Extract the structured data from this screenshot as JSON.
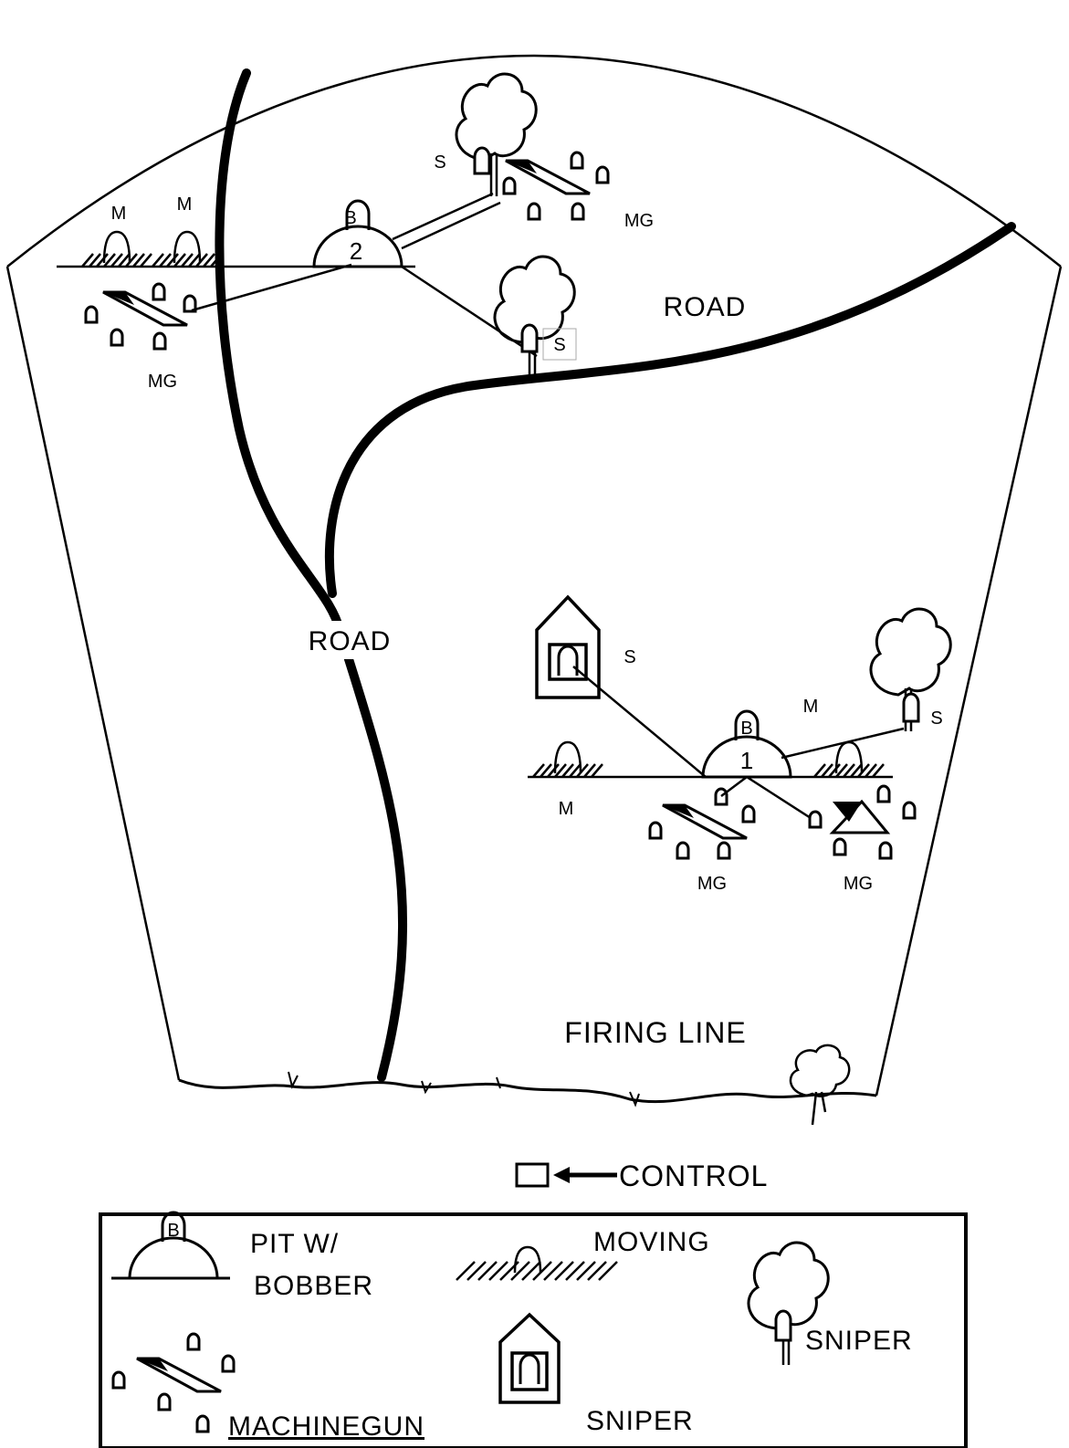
{
  "diagram": {
    "labels": {
      "road_upper": "ROAD",
      "road_left": "ROAD",
      "firing_line": "FIRING LINE",
      "pit_1": "1",
      "pit_2": "2",
      "bobber_mark": "B",
      "mover_left_a": "M",
      "mover_left_b": "M",
      "mover_right_upper": "M",
      "mover_right_lower": "M",
      "mg_upper_left": "MG",
      "mg_upper_right": "MG",
      "mg_lower_left": "MG",
      "mg_lower_right": "MG",
      "sniper_top": "S",
      "sniper_road": "S",
      "sniper_house": "S",
      "sniper_tree_right": "S"
    },
    "control": {
      "label": "CONTROL"
    },
    "legend": {
      "pit_label_line1": "PIT W/",
      "pit_label_line2": "BOBBER",
      "moving_label": "MOVING",
      "sniper_tree_label": "SNIPER",
      "machinegun_label": "MACHINEGUN",
      "sniper_house_label": "SNIPER"
    }
  }
}
